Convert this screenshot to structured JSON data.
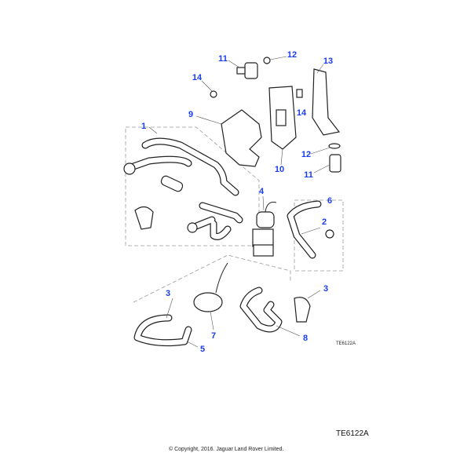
{
  "callouts": [
    "1",
    "9",
    "11",
    "12",
    "13",
    "14",
    "14",
    "10",
    "12",
    "11",
    "4",
    "6",
    "2",
    "3",
    "3",
    "7",
    "5",
    "8"
  ],
  "diagram_ref_small": "TE6122A",
  "diagram_ref": "TE6122A",
  "copyright": "© Copyright, 2016. Jaguar Land Rover Limited.",
  "colors": {
    "callout": "#1a3cf0",
    "line": "#222222"
  }
}
